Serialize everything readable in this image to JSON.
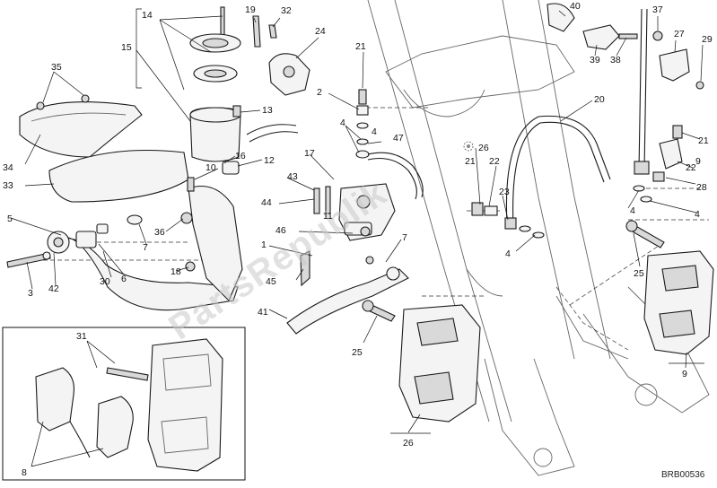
{
  "diagram": {
    "reference_code": "BRB00536",
    "watermark_text": "PartsRepublik",
    "callouts": [
      {
        "id": "c1",
        "label": "1"
      },
      {
        "id": "c2",
        "label": "2"
      },
      {
        "id": "c3",
        "label": "3"
      },
      {
        "id": "c4a",
        "label": "4"
      },
      {
        "id": "c4b",
        "label": "4"
      },
      {
        "id": "c4c",
        "label": "4"
      },
      {
        "id": "c4d",
        "label": "4"
      },
      {
        "id": "c4e",
        "label": "4"
      },
      {
        "id": "c5",
        "label": "5"
      },
      {
        "id": "c6",
        "label": "6"
      },
      {
        "id": "c7a",
        "label": "7"
      },
      {
        "id": "c7b",
        "label": "7"
      },
      {
        "id": "c8",
        "label": "8"
      },
      {
        "id": "c9a",
        "label": "9"
      },
      {
        "id": "c9b",
        "label": "9"
      },
      {
        "id": "c10",
        "label": "10"
      },
      {
        "id": "c11",
        "label": "11"
      },
      {
        "id": "c12",
        "label": "12"
      },
      {
        "id": "c13",
        "label": "13"
      },
      {
        "id": "c14",
        "label": "14"
      },
      {
        "id": "c15",
        "label": "15"
      },
      {
        "id": "c16",
        "label": "16"
      },
      {
        "id": "c17",
        "label": "17"
      },
      {
        "id": "c18",
        "label": "18"
      },
      {
        "id": "c19",
        "label": "19"
      },
      {
        "id": "c20",
        "label": "20"
      },
      {
        "id": "c21a",
        "label": "21"
      },
      {
        "id": "c21b",
        "label": "21"
      },
      {
        "id": "c21c",
        "label": "21"
      },
      {
        "id": "c22a",
        "label": "22"
      },
      {
        "id": "c22b",
        "label": "22"
      },
      {
        "id": "c23",
        "label": "23"
      },
      {
        "id": "c24",
        "label": "24"
      },
      {
        "id": "c25a",
        "label": "25"
      },
      {
        "id": "c25b",
        "label": "25"
      },
      {
        "id": "c26a",
        "label": "26"
      },
      {
        "id": "c26b",
        "label": "26"
      },
      {
        "id": "c27",
        "label": "27"
      },
      {
        "id": "c28",
        "label": "28"
      },
      {
        "id": "c29",
        "label": "29"
      },
      {
        "id": "c30",
        "label": "30"
      },
      {
        "id": "c31",
        "label": "31"
      },
      {
        "id": "c32",
        "label": "32"
      },
      {
        "id": "c33",
        "label": "33"
      },
      {
        "id": "c34",
        "label": "34"
      },
      {
        "id": "c35",
        "label": "35"
      },
      {
        "id": "c36",
        "label": "36"
      },
      {
        "id": "c37",
        "label": "37"
      },
      {
        "id": "c38",
        "label": "38"
      },
      {
        "id": "c39",
        "label": "39"
      },
      {
        "id": "c40",
        "label": "40"
      },
      {
        "id": "c41",
        "label": "41"
      },
      {
        "id": "c42",
        "label": "42"
      },
      {
        "id": "c43",
        "label": "43"
      },
      {
        "id": "c44",
        "label": "44"
      },
      {
        "id": "c45",
        "label": "45"
      },
      {
        "id": "c46",
        "label": "46"
      },
      {
        "id": "c47",
        "label": "47"
      }
    ]
  }
}
